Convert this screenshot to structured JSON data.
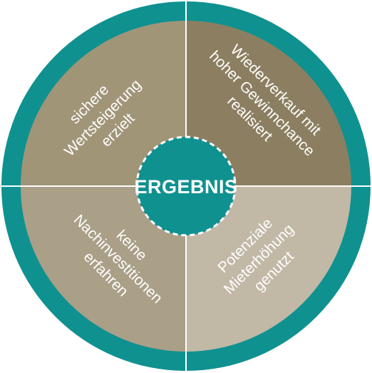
{
  "center": {
    "label": "ERGEBNIS"
  },
  "quadrants": {
    "top_left": {
      "lines": [
        "sichere",
        "Wertsteigerung",
        "erzielt"
      ]
    },
    "top_right": {
      "lines": [
        "Wiederverkauf mit",
        "hoher Gewinnchance",
        "realisiert"
      ]
    },
    "bottom_left": {
      "lines": [
        "keine",
        "Nachinvestitionen",
        "erfahren"
      ]
    },
    "bottom_right": {
      "lines": [
        "Potenziale",
        "Mieterhöhung",
        "genutzt"
      ]
    }
  },
  "colors": {
    "ring": "#0f9190",
    "top_left_fill": "#a19578",
    "top_right_fill": "#8c7f61",
    "bottom_left_fill": "#aa9f87",
    "bottom_right_fill": "#c2b8a6",
    "center_fill": "#0f9190",
    "divider": "#ffffff"
  }
}
